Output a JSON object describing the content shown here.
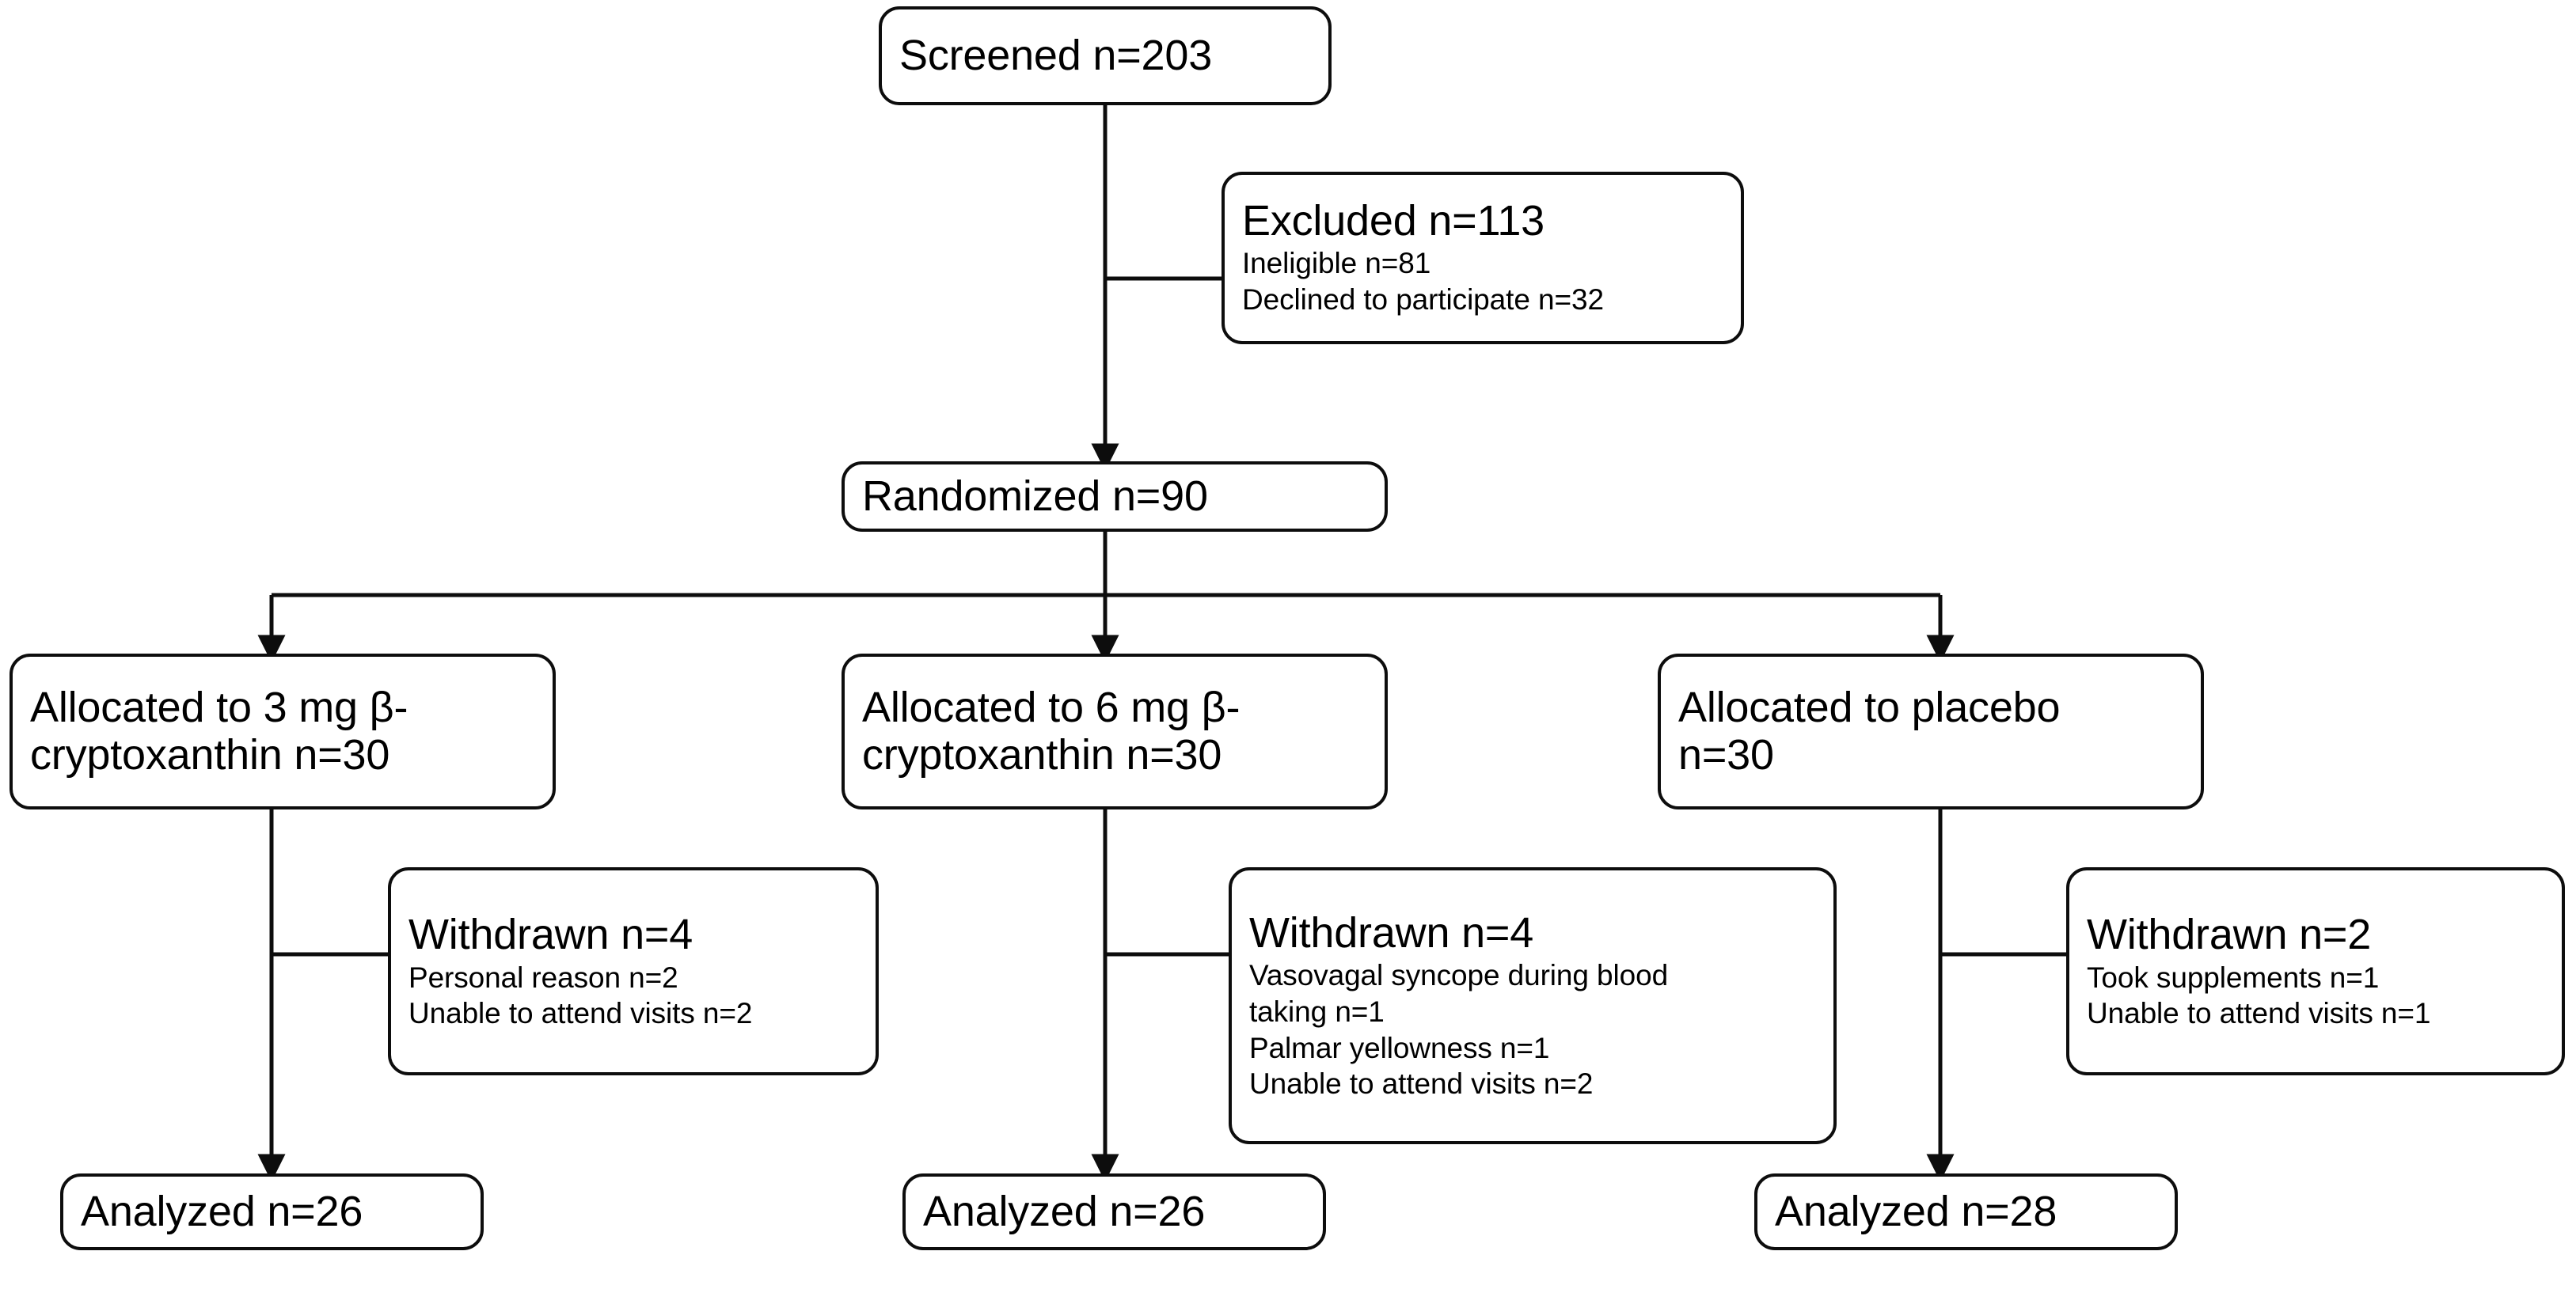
{
  "diagram": {
    "type": "consort-flow-diagram",
    "line_color": "#0d0d0d",
    "background": "#ffffff",
    "nodes": {
      "screened": {
        "title": "Screened n=203",
        "details": []
      },
      "excluded": {
        "title": "Excluded n=113",
        "details": [
          "Ineligible n=81",
          "Declined to participate n=32"
        ]
      },
      "randomized": {
        "title": "Randomized n=90",
        "details": []
      },
      "allocated_3mg": {
        "title": "Allocated to 3 mg β-\ncryptoxanthin n=30",
        "details": []
      },
      "allocated_6mg": {
        "title": "Allocated to 6 mg β-\ncryptoxanthin n=30",
        "details": []
      },
      "allocated_placebo": {
        "title": "Allocated to placebo\nn=30",
        "details": []
      },
      "withdrawn_3mg": {
        "title": "Withdrawn n=4",
        "details": [
          "Personal reason n=2",
          "Unable to attend visits n=2"
        ]
      },
      "withdrawn_6mg": {
        "title": "Withdrawn n=4",
        "details": [
          "Vasovagal syncope during blood",
          "taking n=1",
          "Palmar yellowness n=1",
          "Unable to attend visits n=2"
        ]
      },
      "withdrawn_placebo": {
        "title": "Withdrawn n=2",
        "details": [
          "Took supplements n=1",
          "Unable to attend visits n=1"
        ]
      },
      "analyzed_3mg": {
        "title": "Analyzed n=26",
        "details": []
      },
      "analyzed_6mg": {
        "title": "Analyzed n=26",
        "details": []
      },
      "analyzed_placebo": {
        "title": "Analyzed n=28",
        "details": []
      }
    }
  }
}
